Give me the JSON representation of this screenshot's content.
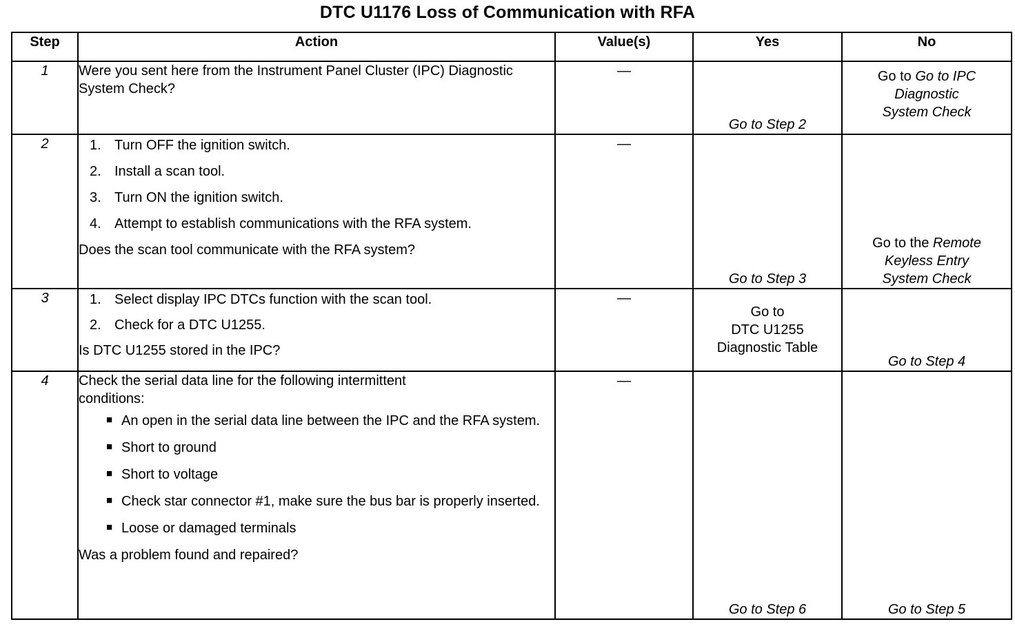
{
  "document": {
    "title": "DTC U1176 Loss of Communication with RFA"
  },
  "table": {
    "headers": {
      "step": "Step",
      "action": "Action",
      "value": "Value(s)",
      "yes": "Yes",
      "no": "No"
    },
    "rows": [
      {
        "step": "1",
        "action": {
          "lead": "Were you sent here from the Instrument Panel Cluster (IPC) Diagnostic System Check?"
        },
        "value": "—",
        "yes": {
          "lines": [
            "Go to Step 2"
          ],
          "style": "italic",
          "align": "bottom"
        },
        "no": {
          "lines": [
            "Go to IPC",
            "Diagnostic",
            "System Check"
          ],
          "prefix": "Go to ",
          "style": "italic",
          "align": "top"
        }
      },
      {
        "step": "2",
        "action": {
          "items": [
            {
              "num": "1.",
              "text": "Turn OFF the ignition switch."
            },
            {
              "num": "2.",
              "text": "Install a scan tool."
            },
            {
              "num": "3.",
              "text": "Turn ON the ignition switch."
            },
            {
              "num": "4.",
              "text": "Attempt to establish communications with the RFA system."
            }
          ],
          "question": "Does the scan tool communicate with the RFA system?"
        },
        "value": "—",
        "yes": {
          "lines": [
            "Go to Step 3"
          ],
          "style": "italic",
          "align": "bottom"
        },
        "no": {
          "lines": [
            "Go to the Remote",
            "Keyless Entry",
            "System Check"
          ],
          "style": "italic",
          "align": "bottom"
        }
      },
      {
        "step": "3",
        "action": {
          "items": [
            {
              "num": "1.",
              "text": "Select display IPC DTCs function with the scan tool."
            },
            {
              "num": "2.",
              "text": "Check for a DTC U1255."
            }
          ],
          "question": "Is DTC U1255 stored in the IPC?"
        },
        "value": "—",
        "yes": {
          "lines": [
            "Go to",
            "DTC U1255",
            "Diagnostic Table"
          ],
          "style": "roman",
          "align": "middle"
        },
        "no": {
          "lines": [
            "Go to Step 4"
          ],
          "style": "italic",
          "align": "bottom"
        }
      },
      {
        "step": "4",
        "action": {
          "lead": "Check the serial data line for the following intermittent conditions:",
          "bullets": [
            "An open in the serial data line between the IPC and the RFA system.",
            "Short to ground",
            "Short to voltage",
            "Check star connector #1, make sure the bus bar is properly inserted.",
            "Loose or damaged terminals"
          ],
          "question": "Was a problem found and repaired?"
        },
        "value": "—",
        "yes": {
          "lines": [
            "Go to Step 6"
          ],
          "style": "italic",
          "align": "bottom"
        },
        "no": {
          "lines": [
            "Go to Step 5"
          ],
          "style": "italic",
          "align": "bottom"
        }
      }
    ]
  },
  "colors": {
    "ink": "#000000",
    "paper": "#ffffff"
  }
}
